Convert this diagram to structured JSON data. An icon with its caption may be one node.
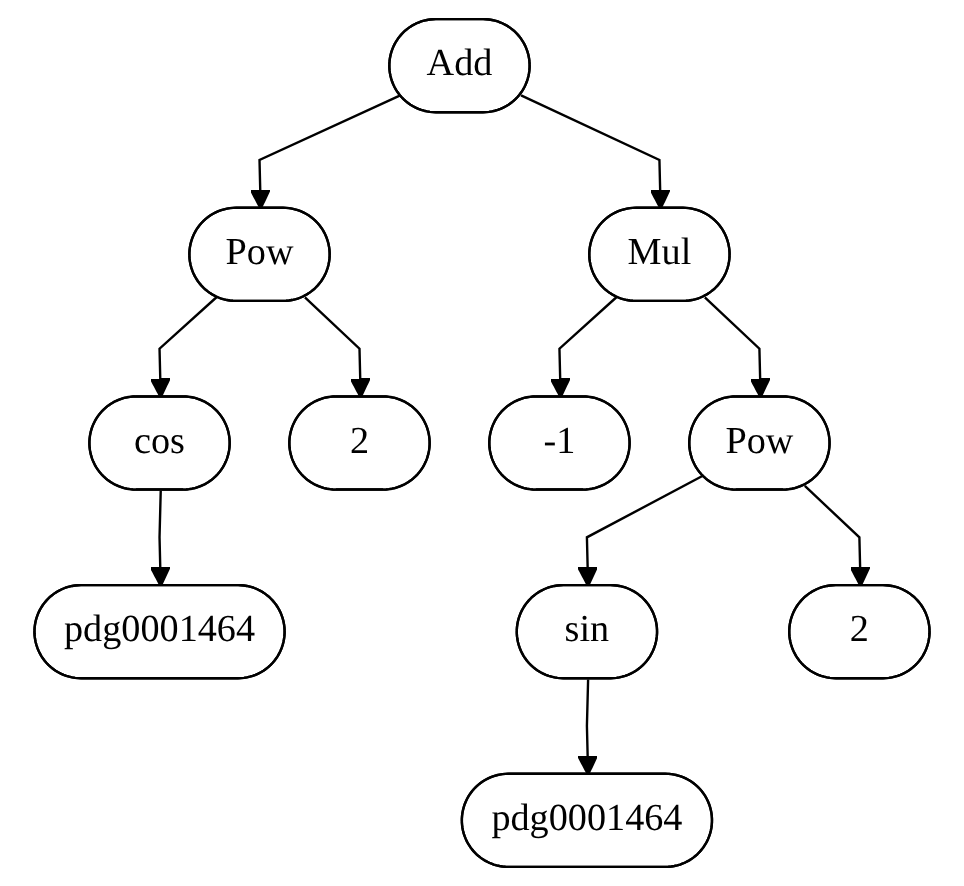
{
  "diagram": {
    "nodes": [
      {
        "text": [
          "Add"
        ]
      },
      {
        "text": [
          "Pow"
        ]
      },
      {
        "text": [
          "Mul"
        ]
      },
      {
        "text": [
          "cos"
        ]
      },
      {
        "text": [
          "2"
        ]
      },
      {
        "text": [
          "-1"
        ]
      },
      {
        "text": [
          "Pow"
        ]
      },
      {
        "text": [
          "pdg0001464"
        ]
      },
      {
        "text": [
          "sin"
        ]
      },
      {
        "text": [
          "2"
        ]
      },
      {
        "text": [
          "pdg0001464"
        ]
      }
    ],
    "edges": [
      {
        "from": 0,
        "to": 1,
        "arrow": "to"
      },
      {
        "from": 0,
        "to": 2,
        "arrow": "to"
      },
      {
        "from": 1,
        "to": 3,
        "arrow": "to"
      },
      {
        "from": 1,
        "to": 4,
        "arrow": "to"
      },
      {
        "from": 2,
        "to": 5,
        "arrow": "to"
      },
      {
        "from": 2,
        "to": 6,
        "arrow": "to"
      },
      {
        "from": 3,
        "to": 7,
        "arrow": "to"
      },
      {
        "from": 6,
        "to": 8,
        "arrow": "to"
      },
      {
        "from": 6,
        "to": 9,
        "arrow": "to"
      },
      {
        "from": 8,
        "to": 10,
        "arrow": "to"
      }
    ]
  }
}
